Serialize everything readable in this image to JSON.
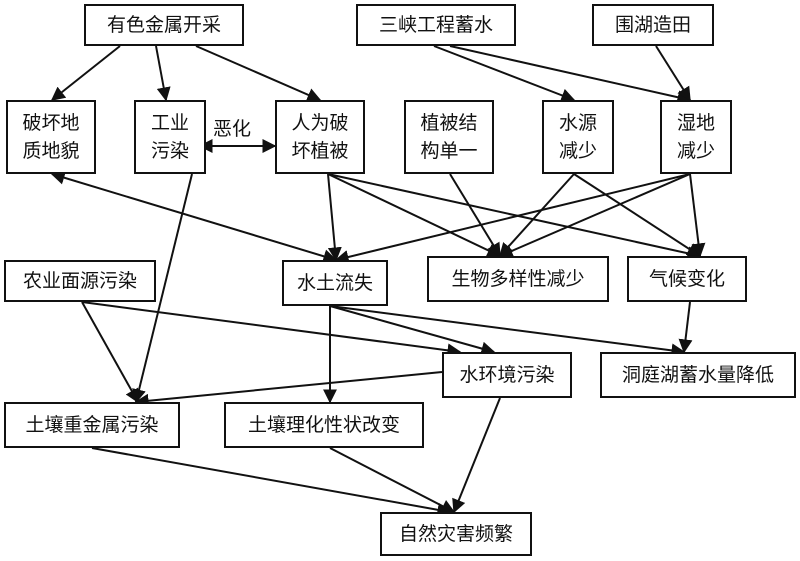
{
  "nodes": {
    "mining": "有色金属开采",
    "three_gorges": "三峡工程蓄水",
    "reclaim": "围湖造田",
    "landform": "破坏地\n质地貌",
    "industrial": "工业\n污染",
    "human_veg": "人为破\n坏植被",
    "veg_single": "植被结\n构单一",
    "water_source": "水源\n减少",
    "wetland": "湿地\n减少",
    "agri": "农业面源污染",
    "soil_loss": "水土流失",
    "biodiv": "生物多样性减少",
    "climate": "气候变化",
    "water_pollution": "水环境污染",
    "lake_storage": "洞庭湖蓄水量降低",
    "soil_metal": "土壤重金属污染",
    "soil_physchem": "土壤理化性状改变",
    "disaster": "自然灾害频繁"
  },
  "labels": {
    "worsen": "恶化"
  }
}
